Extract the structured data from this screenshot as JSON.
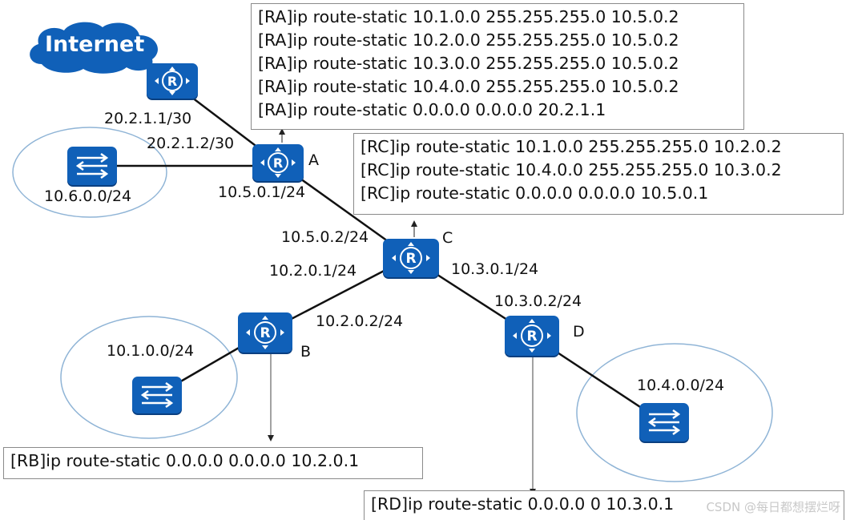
{
  "cloud": {
    "label": "Internet"
  },
  "routers": {
    "a": {
      "name": "A"
    },
    "b": {
      "name": "B"
    },
    "c": {
      "name": "C"
    },
    "d": {
      "name": "D"
    }
  },
  "addresses": {
    "internet_gw": "20.2.1.1/30",
    "a_wan": "20.2.1.2/30",
    "a_lan": "10.5.0.1/24",
    "c_to_a": "10.5.0.2/24",
    "c_to_b": "10.2.0.1/24",
    "c_to_d": "10.3.0.1/24",
    "b_to_c": "10.2.0.2/24",
    "d_to_c": "10.3.0.2/24"
  },
  "networks": {
    "net_a": "10.6.0.0/24",
    "net_b": "10.1.0.0/24",
    "net_d": "10.4.0.0/24"
  },
  "config": {
    "ra": [
      "[RA]ip route-static 10.1.0.0 255.255.255.0 10.5.0.2",
      "[RA]ip route-static 10.2.0.0 255.255.255.0 10.5.0.2",
      "[RA]ip route-static 10.3.0.0 255.255.255.0 10.5.0.2",
      "[RA]ip route-static 10.4.0.0 255.255.255.0 10.5.0.2",
      "[RA]ip route-static 0.0.0.0 0.0.0.0 20.2.1.1"
    ],
    "rc": [
      "[RC]ip route-static 10.1.0.0 255.255.255.0 10.2.0.2",
      "[RC]ip route-static 10.4.0.0 255.255.255.0 10.3.0.2",
      "[RC]ip route-static  0.0.0.0 0.0.0.0 10.5.0.1"
    ],
    "rb": [
      "[RB]ip route-static 0.0.0.0 0.0.0.0 10.2.0.1"
    ],
    "rd": [
      "[RD]ip route-static 0.0.0.0 0 10.3.0.1"
    ]
  },
  "watermark": "CSDN @每日都想摆烂呀",
  "colors": {
    "device": "#1060b8",
    "link": "#111111",
    "ellipse": "#8fb4d6"
  },
  "icons": {
    "router": "router-icon",
    "switch": "switch-icon",
    "cloud": "cloud-icon"
  }
}
